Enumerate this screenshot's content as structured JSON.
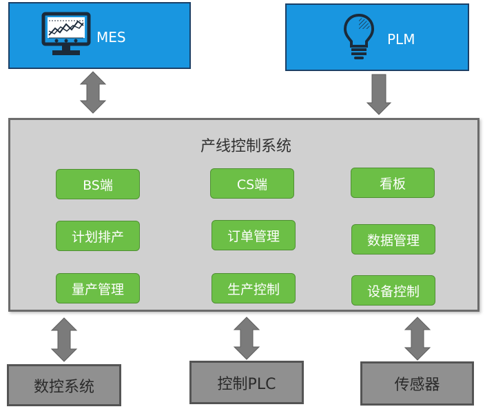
{
  "mes": {
    "label": "MES",
    "icon": "monitor-chart-icon"
  },
  "plm": {
    "label": "PLM",
    "icon": "lightbulb-icon"
  },
  "panel": {
    "title": "产线控制系统",
    "modules": [
      "BS端",
      "CS端",
      "看板",
      "计划排产",
      "订单管理",
      "数据管理",
      "量产管理",
      "生产控制",
      "设备控制"
    ]
  },
  "bottom": [
    "数控系统",
    "控制PLC",
    "传感器"
  ],
  "colors": {
    "top_blue": "#1996e0",
    "module_green": "#6cbf46",
    "panel_gray": "#d0d0d0",
    "arrow_gray": "#7b7b7b",
    "bottom_gray": "#909090"
  }
}
